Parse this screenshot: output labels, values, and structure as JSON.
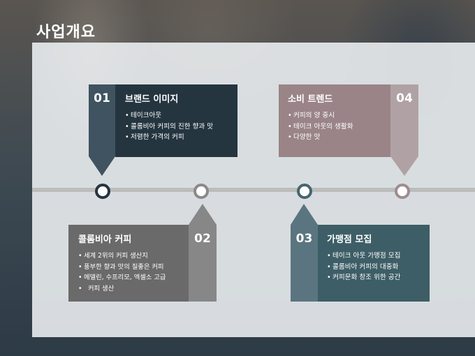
{
  "slide": {
    "title": "사업개요"
  },
  "items": [
    {
      "number": "01",
      "title": "브랜드 이미지",
      "bullets": [
        "테이크아웃",
        "콜롬비아 커피의 진한 향과 맛",
        "저렴한 가격의 커피"
      ],
      "color": "#243540",
      "tab_color": "#3f5360",
      "node_color": "#243540"
    },
    {
      "number": "02",
      "title": "콜롬비아 커피",
      "bullets": [
        "세계 2위의 커피 생산지",
        "풍부한 향과 맛의 질좋은 커피",
        "메델린, 수프리모, 엑셀소 고급",
        "커피 생산"
      ],
      "color": "#6a6a6a",
      "tab_color": "#878787",
      "node_color": "#8a8a8a"
    },
    {
      "number": "03",
      "title": "가맹점 모집",
      "bullets": [
        "테이크 아웃 가맹점 모집",
        "콜롬비아 커피의 대중화",
        "커피문화 창조 위한 공간"
      ],
      "color": "#3d5e66",
      "tab_color": "#5a7580",
      "node_color": "#456570"
    },
    {
      "number": "04",
      "title": "소비 트렌드",
      "bullets": [
        "커피의 양 중시",
        "테이크 아웃의 생활화",
        "다양한 맛"
      ],
      "color": "#9a8487",
      "tab_color": "#b0a2a4",
      "node_color": "#a08c90"
    }
  ]
}
